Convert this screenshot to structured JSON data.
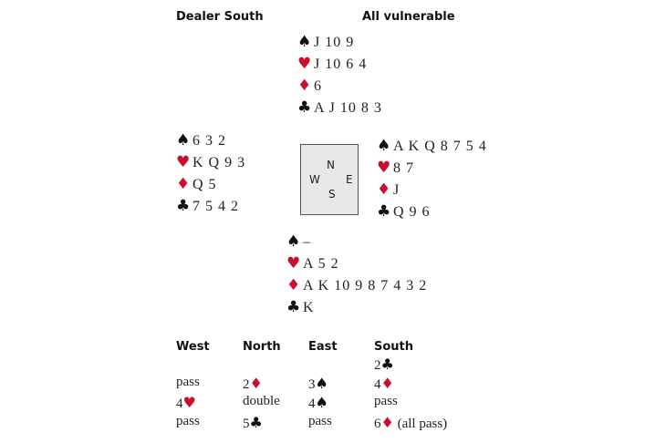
{
  "header": {
    "dealer": "Dealer South",
    "vulnerability": "All vulnerable"
  },
  "colors": {
    "red_suit": "#c8102e",
    "black_suit": "#111111"
  },
  "suits": {
    "spades": "♠",
    "hearts": "♥",
    "diamonds": "♦",
    "clubs": "♣"
  },
  "hands": {
    "north": {
      "spades": "J 10 9",
      "hearts": "J 10 6  4",
      "diamonds": "6",
      "clubs": "A J 10 8  3"
    },
    "west": {
      "spades": "6  3  2",
      "hearts": "K Q  9  3",
      "diamonds": "Q 5",
      "clubs": "7  5  4  2"
    },
    "east": {
      "spades": "A K Q  8  7 5 4",
      "hearts": "8  7",
      "diamonds": "J",
      "clubs": "Q 9 6"
    },
    "south": {
      "spades": "–",
      "hearts": "A 5  2",
      "diamonds": "A K 10 9  8 7 4  3  2",
      "clubs": "K"
    }
  },
  "compass": {
    "n": "N",
    "s": "S",
    "e": "E",
    "w": "W"
  },
  "auction": {
    "headers": [
      "West",
      "North",
      "East",
      "South"
    ],
    "calls": [
      {
        "seat": 3,
        "row": 0,
        "text": "2",
        "suit": "♣",
        "red": false
      },
      {
        "seat": 0,
        "row": 1,
        "text": "pass"
      },
      {
        "seat": 1,
        "row": 1,
        "text": "2",
        "suit": "♦",
        "red": true
      },
      {
        "seat": 2,
        "row": 1,
        "text": "3",
        "suit": "♠",
        "red": false
      },
      {
        "seat": 3,
        "row": 1,
        "text": "4",
        "suit": "♦",
        "red": true
      },
      {
        "seat": 0,
        "row": 2,
        "text": "4",
        "suit": "♥",
        "red": true
      },
      {
        "seat": 1,
        "row": 2,
        "text": "double"
      },
      {
        "seat": 2,
        "row": 2,
        "text": "4",
        "suit": "♠",
        "red": false
      },
      {
        "seat": 3,
        "row": 2,
        "text": "pass"
      },
      {
        "seat": 0,
        "row": 3,
        "text": "pass"
      },
      {
        "seat": 1,
        "row": 3,
        "text": "5",
        "suit": "♣",
        "red": false
      },
      {
        "seat": 2,
        "row": 3,
        "text": " pass"
      },
      {
        "seat": 3,
        "row": 3,
        "text": "6",
        "suit": "♦",
        "red": true,
        "suffix": " (all pass)"
      }
    ]
  }
}
